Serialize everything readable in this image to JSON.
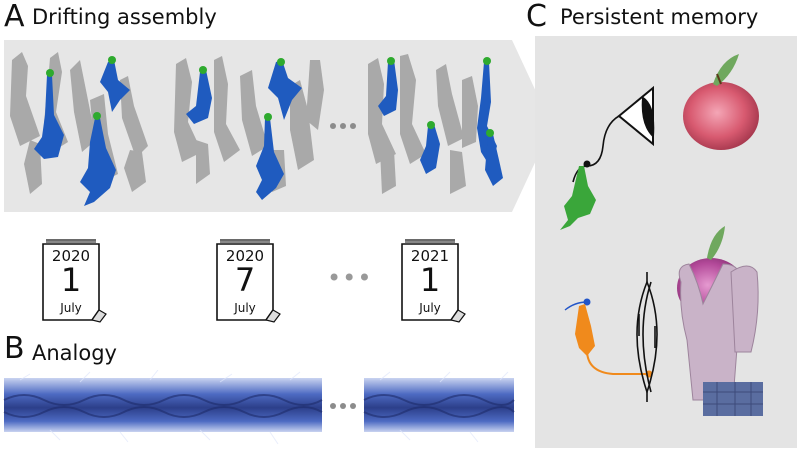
{
  "panels": {
    "a": {
      "letter": "A",
      "title": "Drifting assembly"
    },
    "b": {
      "letter": "B",
      "title": "Analogy"
    },
    "c": {
      "letter": "C",
      "title": "Persistent memory"
    }
  },
  "calendars": [
    {
      "year": "2020",
      "day": "1",
      "month": "July"
    },
    {
      "year": "2020",
      "day": "7",
      "month": "July"
    },
    {
      "year": "2021",
      "day": "1",
      "month": "July"
    }
  ],
  "ellipsis": "•••",
  "colors": {
    "active_neuron": "#1f5bbf",
    "inactive_neuron": "#a9a9a9",
    "synapse_marker": "#2eaa2e",
    "sensory_neuron": "#3aa63a",
    "motor_neuron": "#f08a1c",
    "motor_marker": "#2255c8",
    "arrow_panel": "#e6e6e6",
    "memory_panel": "#e4e4e4",
    "rope": "#3a5bb5"
  },
  "icons": [
    "eye-icon",
    "apple-image",
    "hand-holding-apple-image",
    "muscle-icon",
    "calendar-icon"
  ]
}
